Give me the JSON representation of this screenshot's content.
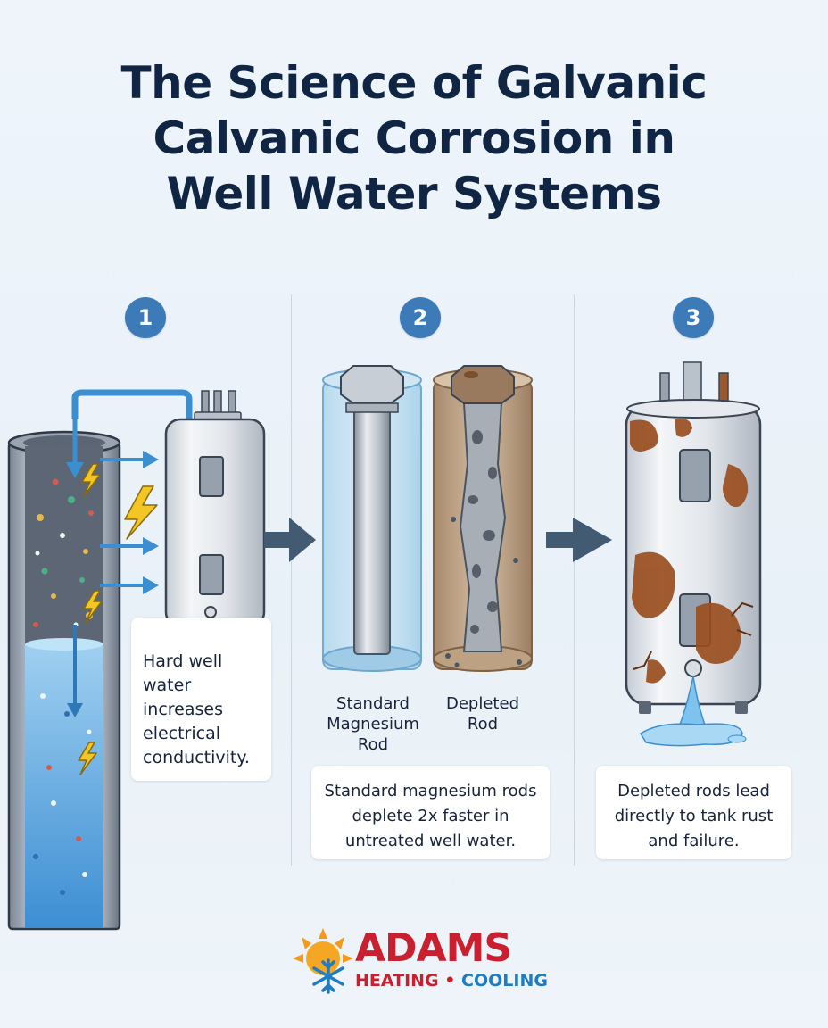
{
  "title": {
    "line1": "The Science of Galvanic",
    "line2": "Calvanic Corrosion in",
    "line3": "Well Water Systems"
  },
  "steps": [
    {
      "number": "1",
      "text": "Hard well water increases electrical conductivity."
    },
    {
      "number": "2",
      "rod_labels": [
        "Standard Magnesium Rod",
        "Depleted Rod"
      ],
      "text": "Standard magnesium rods deplete 2x faster in untreated well water."
    },
    {
      "number": "3",
      "text": "Depleted rods lead directly to tank rust and failure."
    }
  ],
  "logo": {
    "word": "ADAMS",
    "sub_left": "HEATING",
    "sub_sep": "•",
    "sub_right": "COOLING"
  },
  "colors": {
    "title": "#0f2543",
    "badge": "#3d7ab8",
    "arrow": "#425a72",
    "flow_arrow": "#3b8fd0",
    "lightning": "#f3c623",
    "rust": "#9a4e1f",
    "brand_red": "#c8202f",
    "brand_blue": "#1f7cc1"
  },
  "icons": [
    "sun-icon",
    "snowflake-icon",
    "lightning-icon",
    "arrow-right-icon"
  ]
}
